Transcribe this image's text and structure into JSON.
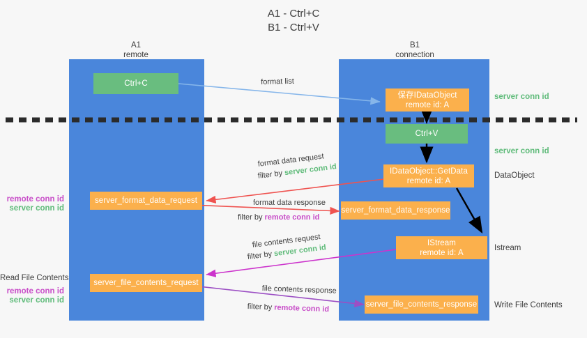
{
  "title": {
    "line1": "A1 - Ctrl+C",
    "line2": "B1 - Ctrl+V"
  },
  "colors": {
    "background": "#f7f7f7",
    "lane": "#4a86db",
    "green_box": "#69bd7f",
    "orange_box": "#fbb04c",
    "green_text": "#5fbb7a",
    "purple_text": "#c84ec8",
    "blue_arrow": "#86b6ea",
    "red_arrow": "#ef5350",
    "magenta_arrow": "#cc33cc",
    "purple_arrow": "#9c4fc4",
    "black_arrow": "#000000",
    "divider": "#2b2b2b",
    "body_text": "#3c3c3c"
  },
  "columns": [
    {
      "name": "A1",
      "sub": "remote"
    },
    {
      "name": "B1",
      "sub": "connection"
    }
  ],
  "boxes": {
    "ctrl_c": {
      "label": "Ctrl+C",
      "kind": "green"
    },
    "save_idataobject": {
      "line1": "保存IDataObject",
      "line2": "remote id: A",
      "kind": "orange"
    },
    "ctrl_v": {
      "label": "Ctrl+V",
      "kind": "green"
    },
    "getdata": {
      "line1": "IDataObject::GetData",
      "line2": "remote id: A",
      "kind": "orange"
    },
    "server_format_data_request": {
      "label": "server_format_data_request",
      "kind": "orange"
    },
    "server_format_data_response": {
      "label": "server_format_data_response",
      "kind": "orange"
    },
    "istream": {
      "line1": "IStream",
      "line2": "remote id: A",
      "kind": "orange"
    },
    "server_file_contents_request": {
      "label": "server_file_contents_request",
      "kind": "orange"
    },
    "server_file_contents_response": {
      "label": "server_file_contents_response",
      "kind": "orange"
    }
  },
  "right_notes": {
    "server_conn_id_1": "server conn id",
    "server_conn_id_2": "server conn id",
    "dataobject": "DataObject",
    "istream": "Istream",
    "write_file_contents": "Write File Contents"
  },
  "left_notes": {
    "remote_conn_id_1": "remote conn id",
    "server_conn_id_1": "server conn id",
    "read_file_contents": "Read File Contents",
    "remote_conn_id_2": "remote conn id",
    "server_conn_id_2": "server conn id"
  },
  "arrow_labels": {
    "format_list": "format list",
    "format_data_request": "format data request",
    "format_data_request_filter_pre": "filter by ",
    "format_data_request_filter_key": "server conn id",
    "format_data_response": "format data response",
    "format_data_response_filter_pre": "filter by ",
    "format_data_response_filter_key": "remote conn id",
    "file_contents_request": "file contents request",
    "file_contents_request_filter_pre": "filter by ",
    "file_contents_request_filter_key": "server conn id",
    "file_contents_response": "file contents response",
    "file_contents_response_filter_pre": "filter by ",
    "file_contents_response_filter_key": "remote conn id"
  }
}
